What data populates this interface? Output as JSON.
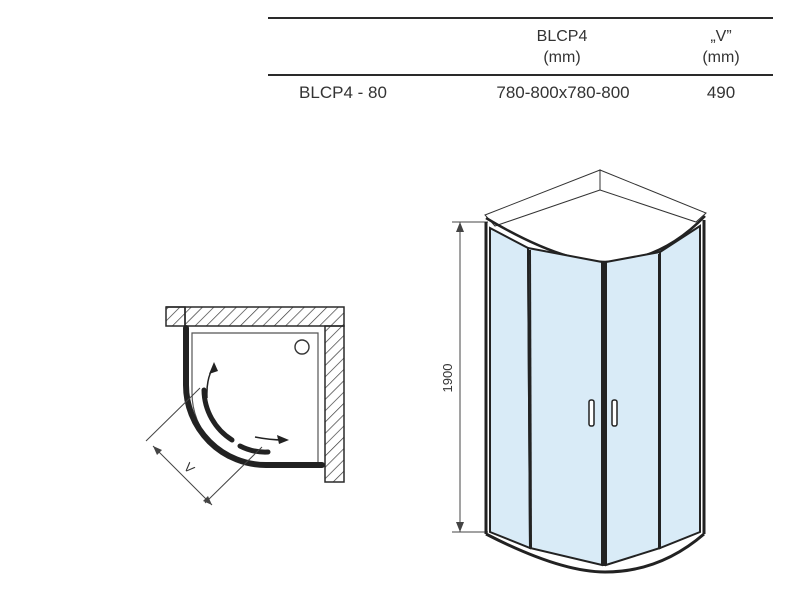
{
  "spec_table": {
    "headers": [
      {
        "line1": "BLCP4",
        "line2": "(mm)"
      },
      {
        "line1": "„V”",
        "line2": "(mm)"
      }
    ],
    "rows": [
      {
        "model": "BLCP4 - 80",
        "size": "780-800x780-800",
        "v": "490"
      }
    ]
  },
  "plan_view": {
    "dimension_label": "V"
  },
  "elevation_view": {
    "height_label": "1900"
  },
  "colors": {
    "glass": "#d9ebf7",
    "frame": "#2a2a2a",
    "hatch": "#3a3a3a"
  }
}
